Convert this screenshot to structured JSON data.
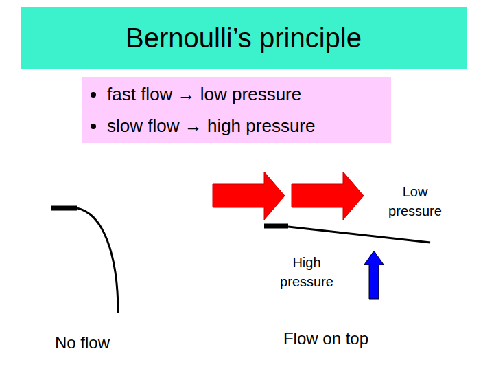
{
  "diagram": {
    "title": "Bernoulli’s principle",
    "nodes": [
      {
        "text": [
          "fast flow → low pressure",
          "slow flow → high pressure"
        ]
      }
    ],
    "labels": [
      "Low pressure",
      "High pressure",
      "No flow",
      "Flow on top"
    ]
  }
}
